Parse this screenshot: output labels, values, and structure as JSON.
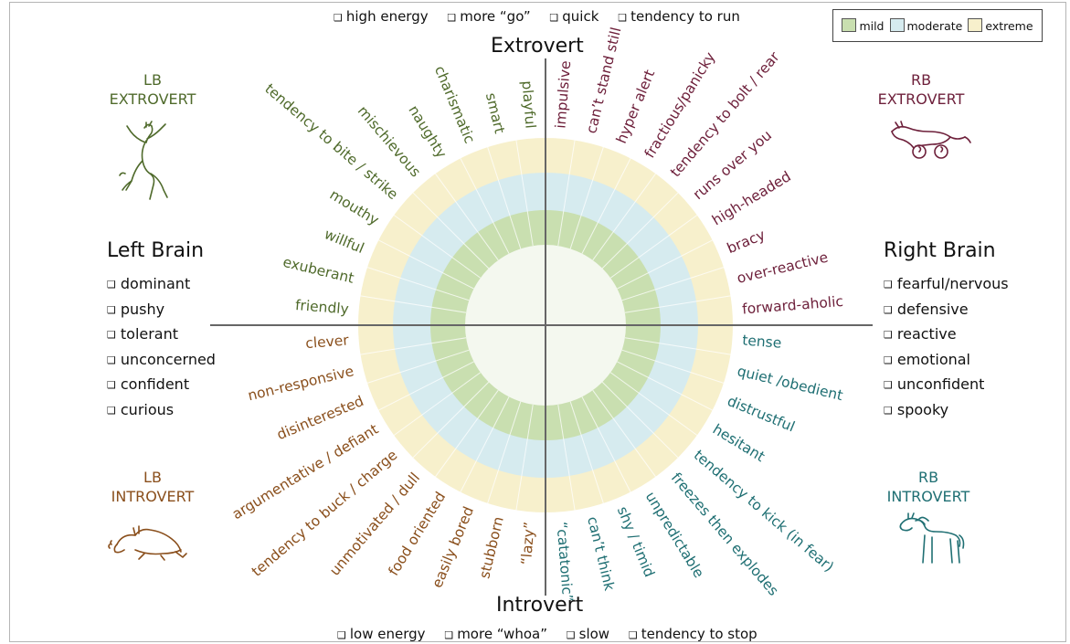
{
  "colors": {
    "mild": "#c9dfb0",
    "moderate": "#d6ebef",
    "extreme": "#f7f0cc",
    "lb_extrovert": "#4f6a2b",
    "rb_extrovert": "#6d1f3a",
    "lb_introvert": "#8a4f1c",
    "rb_introvert": "#1f6f73"
  },
  "legend": {
    "mild": "mild",
    "moderate": "moderate",
    "extreme": "extreme"
  },
  "axes": {
    "top": "Extrovert",
    "bottom": "Introvert",
    "left": "Left Brain",
    "right": "Right Brain"
  },
  "top_traits": [
    "high energy",
    "more “go”",
    "quick",
    "tendency to run"
  ],
  "bottom_traits": [
    "low energy",
    "more “whoa”",
    "slow",
    "tendency to stop"
  ],
  "left_traits": [
    "dominant",
    "pushy",
    "tolerant",
    "unconcerned",
    "confident",
    "curious"
  ],
  "right_traits": [
    "fearful/nervous",
    "defensive",
    "reactive",
    "emotional",
    "unconfident",
    "spooky"
  ],
  "quadrants": {
    "lb_extrovert": {
      "line1": "LB",
      "line2": "EXTROVERT",
      "icon": "rearing-horse-icon"
    },
    "rb_extrovert": {
      "line1": "RB",
      "line2": "EXTROVERT",
      "icon": "bolting-horse-icon"
    },
    "lb_introvert": {
      "line1": "LB",
      "line2": "INTROVERT",
      "icon": "lying-horse-icon"
    },
    "rb_introvert": {
      "line1": "RB",
      "line2": "INTROVERT",
      "icon": "standing-horse-icon"
    }
  },
  "segments": {
    "lb_extrovert": [
      "friendly",
      "exuberant",
      "willful",
      "mouthy",
      "tendency to bite / strike",
      "mischievous",
      "naughty",
      "charismatic",
      "smart",
      "playful"
    ],
    "rb_extrovert": [
      "impulsive",
      "can’t stand still",
      "hyper alert",
      "fractious/panicky",
      "tendency to bolt / rear",
      "runs over you",
      "high-headed",
      "bracy",
      "over-reactive",
      "forward-aholic"
    ],
    "rb_introvert": [
      "tense",
      "quiet /obedient",
      "distrustful",
      "hesitant",
      "tendency to kick (in fear)",
      "freezes then explodes",
      "unpredictable",
      "shy / timid",
      "can’t think",
      "“catatonic”"
    ],
    "lb_introvert": [
      "“lazy”",
      "stubborn",
      "easily bored",
      "food oriented",
      "unmotivated / dull",
      "tendency to buck / charge",
      "argumentative / defiant",
      "disinterested",
      "non-responsive",
      "clever"
    ]
  }
}
